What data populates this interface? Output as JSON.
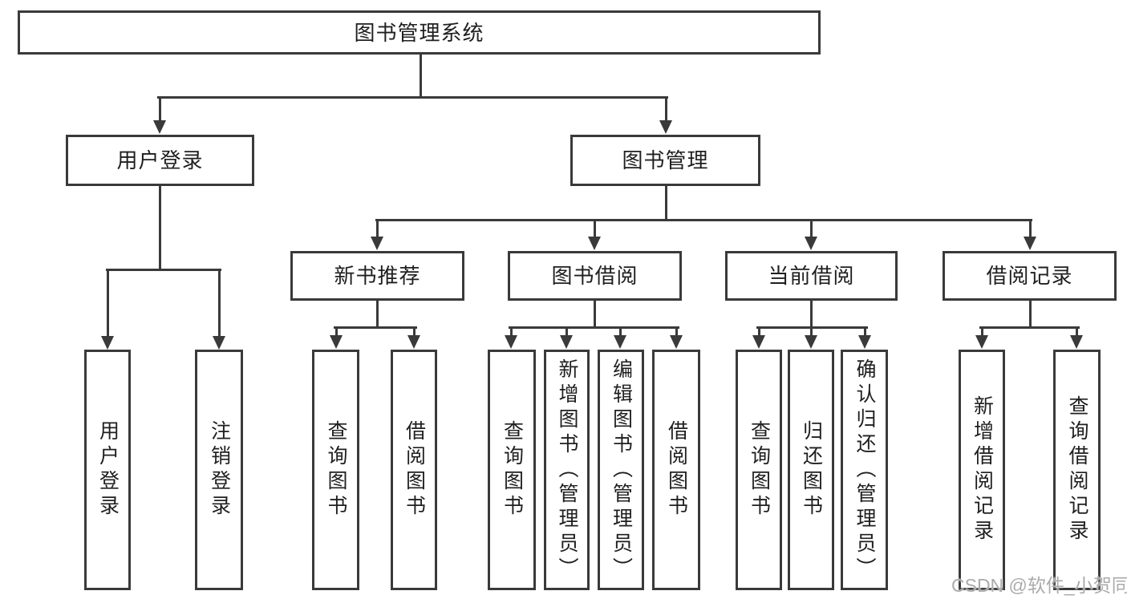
{
  "diagram": {
    "title": "图书管理系统",
    "tree": {
      "root": {
        "label": "图书管理系统",
        "children": [
          {
            "label": "用户登录",
            "children": [
              {
                "label": "用户登录"
              },
              {
                "label": "注销登录"
              }
            ]
          },
          {
            "label": "图书管理",
            "children": [
              {
                "label": "新书推荐",
                "children": [
                  {
                    "label": "查询图书"
                  },
                  {
                    "label": "借阅图书"
                  }
                ]
              },
              {
                "label": "图书借阅",
                "children": [
                  {
                    "label": "查询图书"
                  },
                  {
                    "label": "新增图书（管理员）"
                  },
                  {
                    "label": "编辑图书（管理员）"
                  },
                  {
                    "label": "借阅图书"
                  }
                ]
              },
              {
                "label": "当前借阅",
                "children": [
                  {
                    "label": "查询图书"
                  },
                  {
                    "label": "归还图书"
                  },
                  {
                    "label": "确认归还（管理员）"
                  }
                ]
              },
              {
                "label": "借阅记录",
                "children": [
                  {
                    "label": "新增借阅记录"
                  },
                  {
                    "label": "查询借阅记录"
                  }
                ]
              }
            ]
          }
        ]
      }
    },
    "colors": {
      "line": "#3a3a3a",
      "box_border": "#3a3a3a",
      "text": "#1f1f1f",
      "background": "#ffffff",
      "watermark": "#ababab"
    }
  },
  "watermark": {
    "text": "CSDN @软件_小贺同学"
  }
}
